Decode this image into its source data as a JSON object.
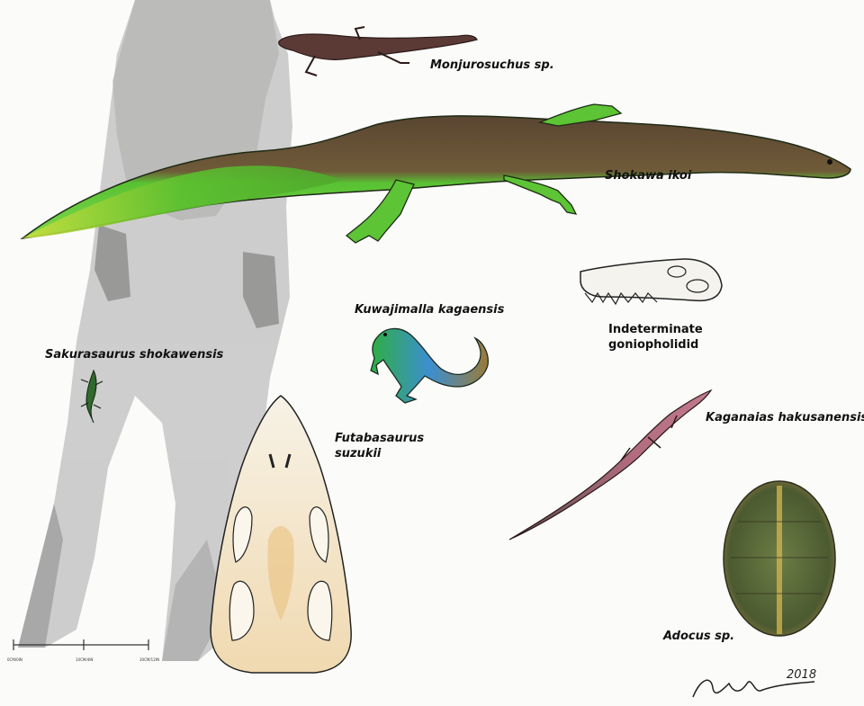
{
  "labels": {
    "monjurosuchus": "Monjurosuchus sp.",
    "shokawa": "Shokawa ikoi",
    "kuwajimalla": "Kuwajimalla kagaensis",
    "goniopholidid_line1": "Indeterminate",
    "goniopholidid_line2": "goniopholidid",
    "sakurasaurus": "Sakurasaurus shokawensis",
    "futabasaurus_line1": "Futabasaurus",
    "futabasaurus_line2": "suzukii",
    "kaganaias": "Kaganaias hakusanensis",
    "adocus": "Adocus sp."
  },
  "scale_bar": {
    "tick_0": "0CM/0IN",
    "tick_1": "10CM/4IN",
    "tick_2": "30CM/12IN"
  },
  "signature": {
    "year": "2018"
  },
  "icons": [
    "human-silhouette",
    "monjurosuchus",
    "shokawa",
    "goniopholidid-skull",
    "kuwajimalla",
    "sakurasaurus",
    "futabasaurus-skull",
    "kaganaias",
    "adocus-shell"
  ],
  "colors": {
    "paper": "#fbfbfa",
    "silhouette": "#c4c4c4",
    "shokawa_green": "#58c233",
    "shokawa_brown": "#6b5138",
    "skull_cream": "#f3ead6",
    "shell_green": "#5d6e3e"
  }
}
